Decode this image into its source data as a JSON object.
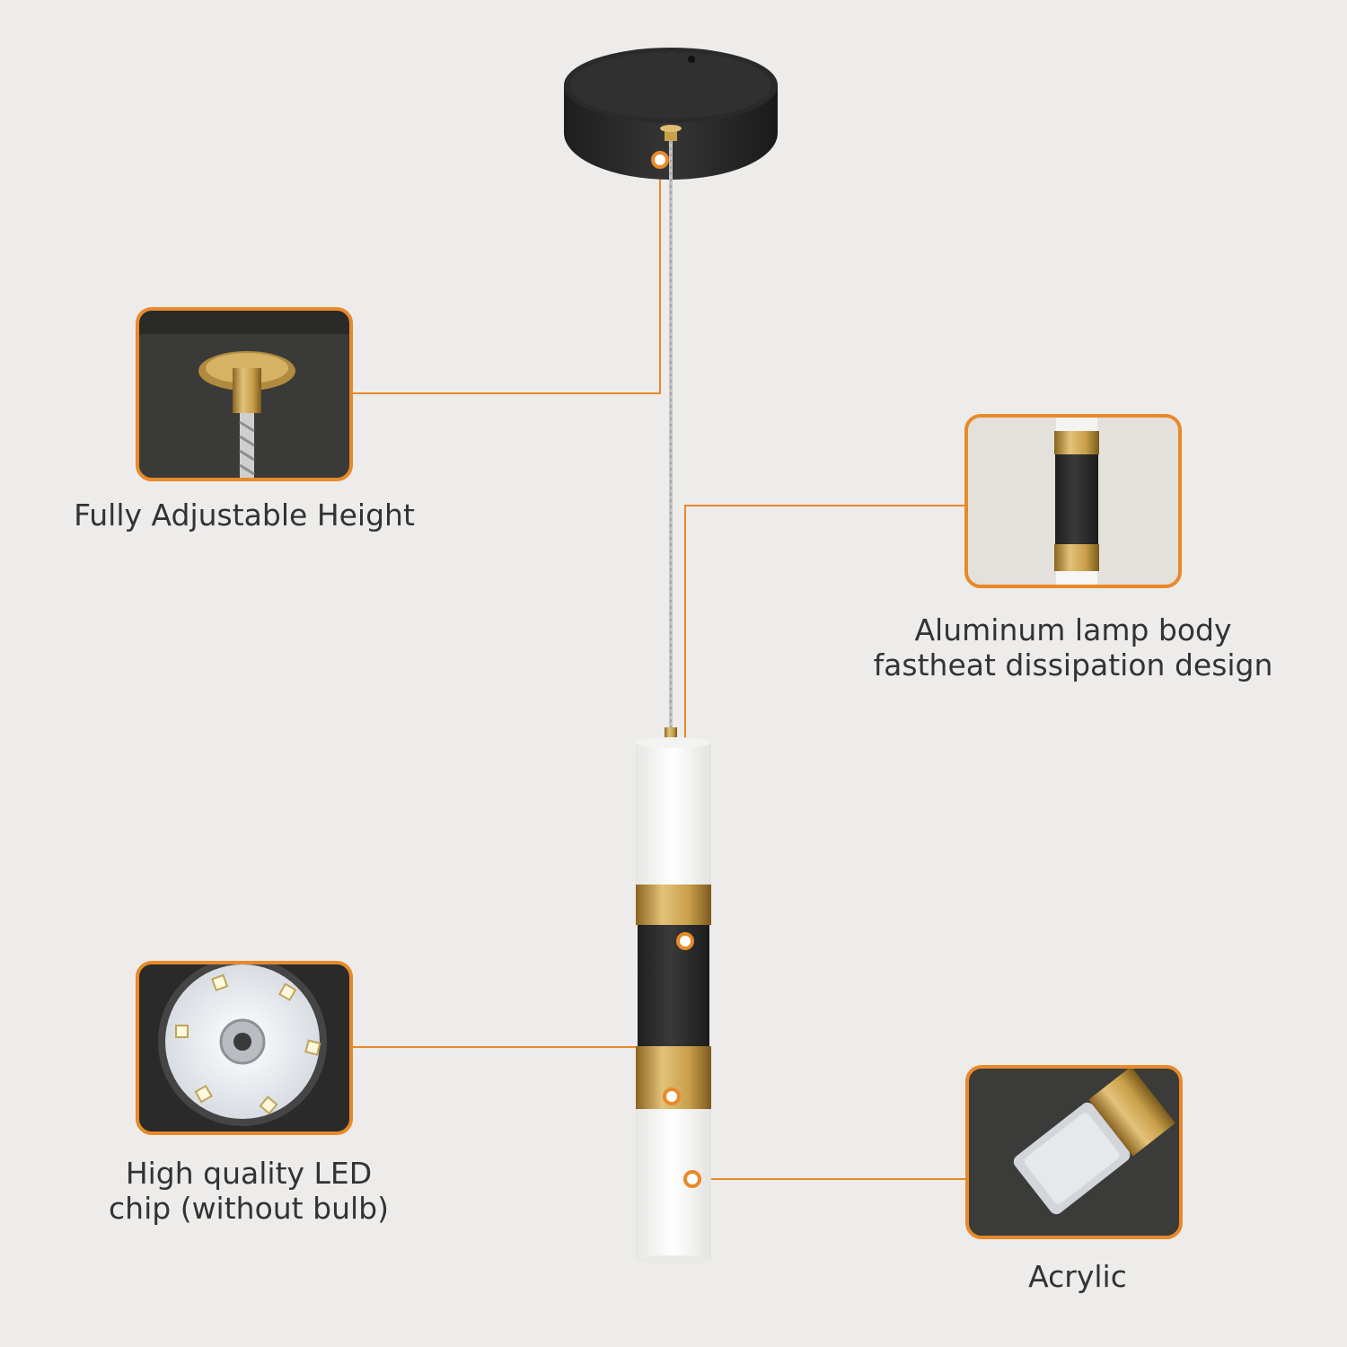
{
  "callouts": {
    "height": {
      "label": "Fully Adjustable Height"
    },
    "body": {
      "line1": "Aluminum lamp body",
      "line2": "fastheat dissipation design"
    },
    "led": {
      "line1": "High quality LED",
      "line2": "chip (without bulb)"
    },
    "acrylic": {
      "label": "Acrylic"
    }
  },
  "colors": {
    "background": "#edeceb",
    "accent": "#e8892a",
    "fixture_dark": "#2d2d2d",
    "brass": "#c9a04a",
    "acrylic": "#f7f7f5",
    "text": "#333333"
  }
}
